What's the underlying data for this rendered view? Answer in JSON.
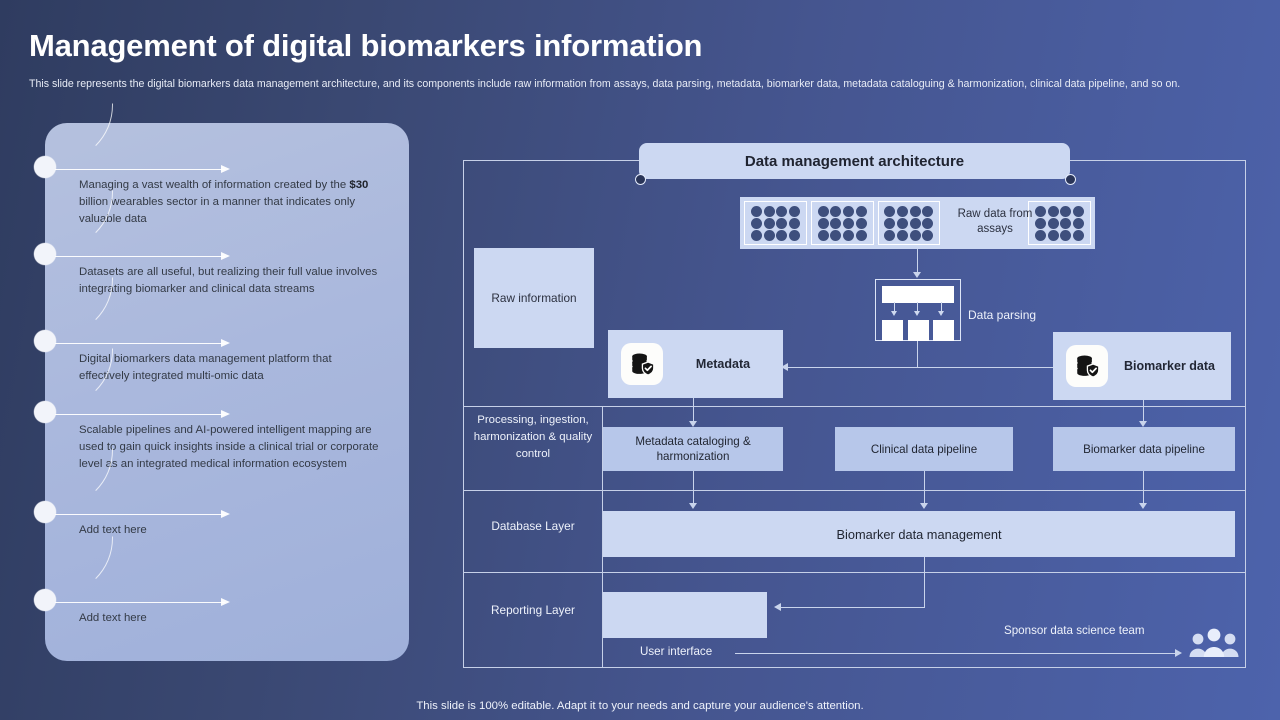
{
  "header": {
    "title": "Management of digital biomarkers information",
    "subtitle": "This slide represents the digital biomarkers data management architecture, and its components include raw information from assays, data parsing, metadata, biomarker data, metadata cataloguing & harmonization, clinical data pipeline, and so on."
  },
  "left_panel": {
    "bullets": [
      {
        "text_before": "Managing a vast wealth of information created by the ",
        "bold": "$30",
        "text_after": " billion wearables sector in a manner that indicates only valuable data"
      },
      {
        "text_before": "Datasets are all useful, but realizing their full value involves integrating biomarker and clinical data streams",
        "bold": "",
        "text_after": ""
      },
      {
        "text_before": "Digital biomarkers data management platform that effectively integrated multi-omic data",
        "bold": "",
        "text_after": ""
      },
      {
        "text_before": "Scalable pipelines and AI-powered intelligent mapping are used to gain quick insights inside a clinical trial or corporate level as an integrated medical information ecosystem",
        "bold": "",
        "text_after": ""
      },
      {
        "text_before": "Add text here",
        "bold": "",
        "text_after": ""
      },
      {
        "text_before": "Add text here",
        "bold": "",
        "text_after": ""
      }
    ]
  },
  "diagram": {
    "title": "Data management architecture",
    "raw_data_label": "Raw data from assays",
    "assay_cards": 4,
    "assay_dots_per_card": 12,
    "raw_information_label": "Raw information",
    "data_parsing_label": "Data parsing",
    "metadata_label": "Metadata",
    "biomarker_label": "Biomarker data",
    "process_column_label": "Processing, ingestion, harmonization & quality control",
    "pipelines": [
      "Metadata cataloging & harmonization",
      "Clinical data pipeline",
      "Biomarker data pipeline"
    ],
    "database_layer_label": "Database Layer",
    "database_box_label": "Biomarker data management",
    "reporting_layer_label": "Reporting Layer",
    "user_interface_label": "User interface",
    "sponsor_label": "Sponsor data science team"
  },
  "footer": {
    "note": "This slide is 100% editable. Adapt it to your needs and capture your audience's attention."
  },
  "colors": {
    "background_dark": "#2f3c60",
    "background_light": "#4d63ac",
    "panel_fill": "#b5c1de",
    "card_fill": "#ccd8f2",
    "pipe_fill": "#b7c7ea",
    "dot_navy": "#3e4f7d",
    "line": "#c6d0e8"
  }
}
